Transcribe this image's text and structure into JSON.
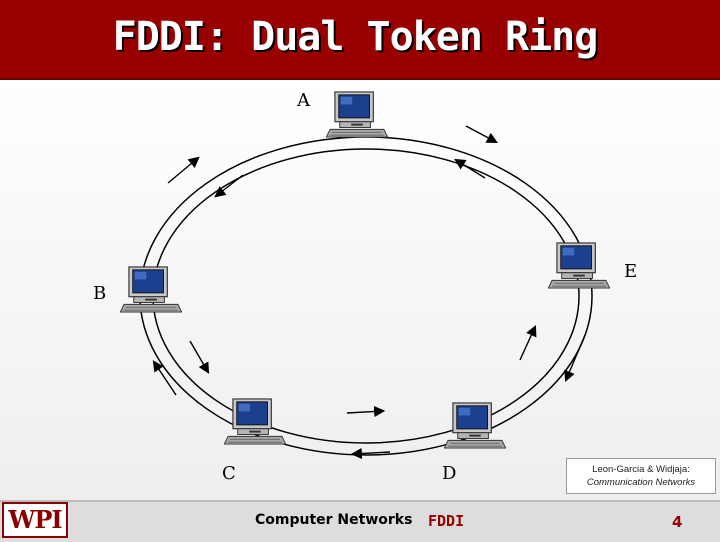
{
  "slide": {
    "title": "FDDI: Dual Token Ring"
  },
  "nodes": [
    {
      "id": "A",
      "label": "A",
      "icon": "workstation-icon"
    },
    {
      "id": "B",
      "label": "B",
      "icon": "workstation-icon"
    },
    {
      "id": "C",
      "label": "C",
      "icon": "workstation-icon"
    },
    {
      "id": "D",
      "label": "D",
      "icon": "workstation-icon"
    },
    {
      "id": "E",
      "label": "E",
      "icon": "workstation-icon"
    }
  ],
  "citation": {
    "line1": "Leon-Garcia & Widjaja:",
    "line2": "Communication Networks"
  },
  "footer": {
    "logo": "WPI",
    "course": "Computer Networks",
    "section": "FDDI",
    "page": "4"
  },
  "colors": {
    "title_bar": "#990000",
    "accent": "#990000",
    "ring": "#000000"
  }
}
